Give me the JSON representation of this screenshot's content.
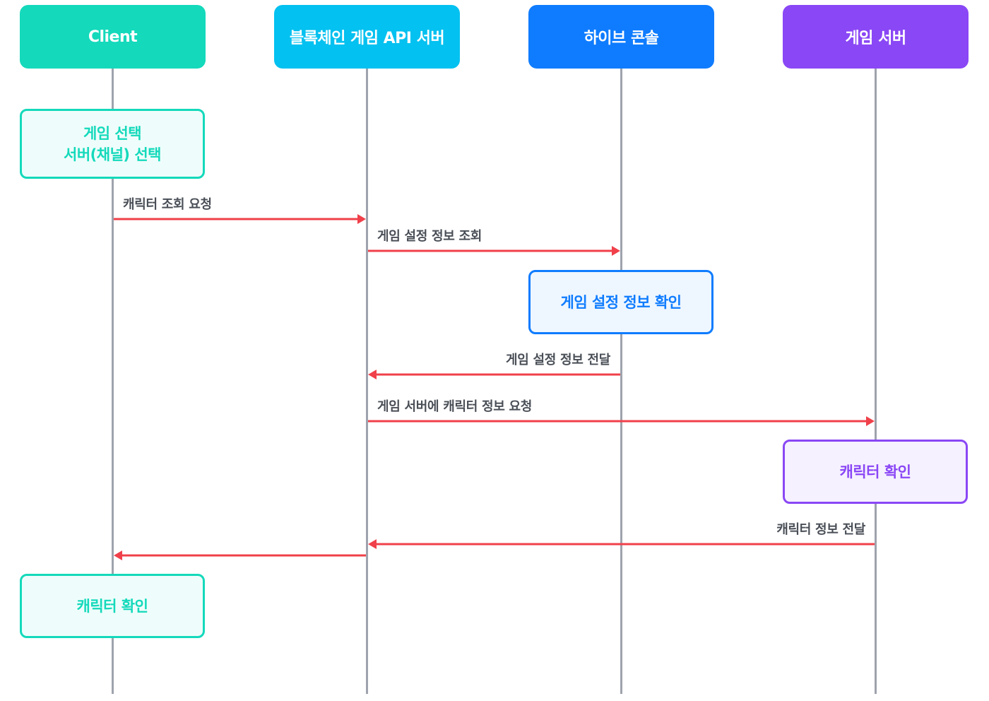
{
  "participants": [
    {
      "name": "Client",
      "color": "#14d9bb"
    },
    {
      "name": "블록체인 게임 API 서버",
      "color": "#03c1f0"
    },
    {
      "name": "하이브 콘솔",
      "color": "#0f7cff"
    },
    {
      "name": "게임 서버",
      "color": "#8a47f5"
    }
  ],
  "notes": {
    "client_select": "게임 선택\n서버(채널) 선택",
    "console_check": "게임 설정 정보 확인",
    "gameserver_check": "캐릭터 확인",
    "client_check": "캐릭터 확인"
  },
  "messages": [
    {
      "from": "Client",
      "to": "블록체인 게임 API 서버",
      "label": "캐릭터 조회 요청"
    },
    {
      "from": "블록체인 게임 API 서버",
      "to": "하이브 콘솔",
      "label": "게임 설정 정보 조회"
    },
    {
      "from": "하이브 콘솔",
      "to": "블록체인 게임 API 서버",
      "label": "게임 설정 정보 전달"
    },
    {
      "from": "블록체인 게임 API 서버",
      "to": "게임 서버",
      "label": "게임 서버에 캐릭터 정보 요청"
    },
    {
      "from": "게임 서버",
      "to": "블록체인 게임 API 서버",
      "label": "캐릭터 정보 전달"
    },
    {
      "from": "블록체인 게임 API 서버",
      "to": "Client",
      "label": ""
    }
  ],
  "colors": {
    "arrow": "#f0404a",
    "lifeline": "#9ea3ad",
    "label_text": "#4a4f57",
    "client_note_bg": "#eefdfb",
    "console_note_bg": "#eef6ff",
    "gameserver_note_bg": "#f6f1ff"
  }
}
